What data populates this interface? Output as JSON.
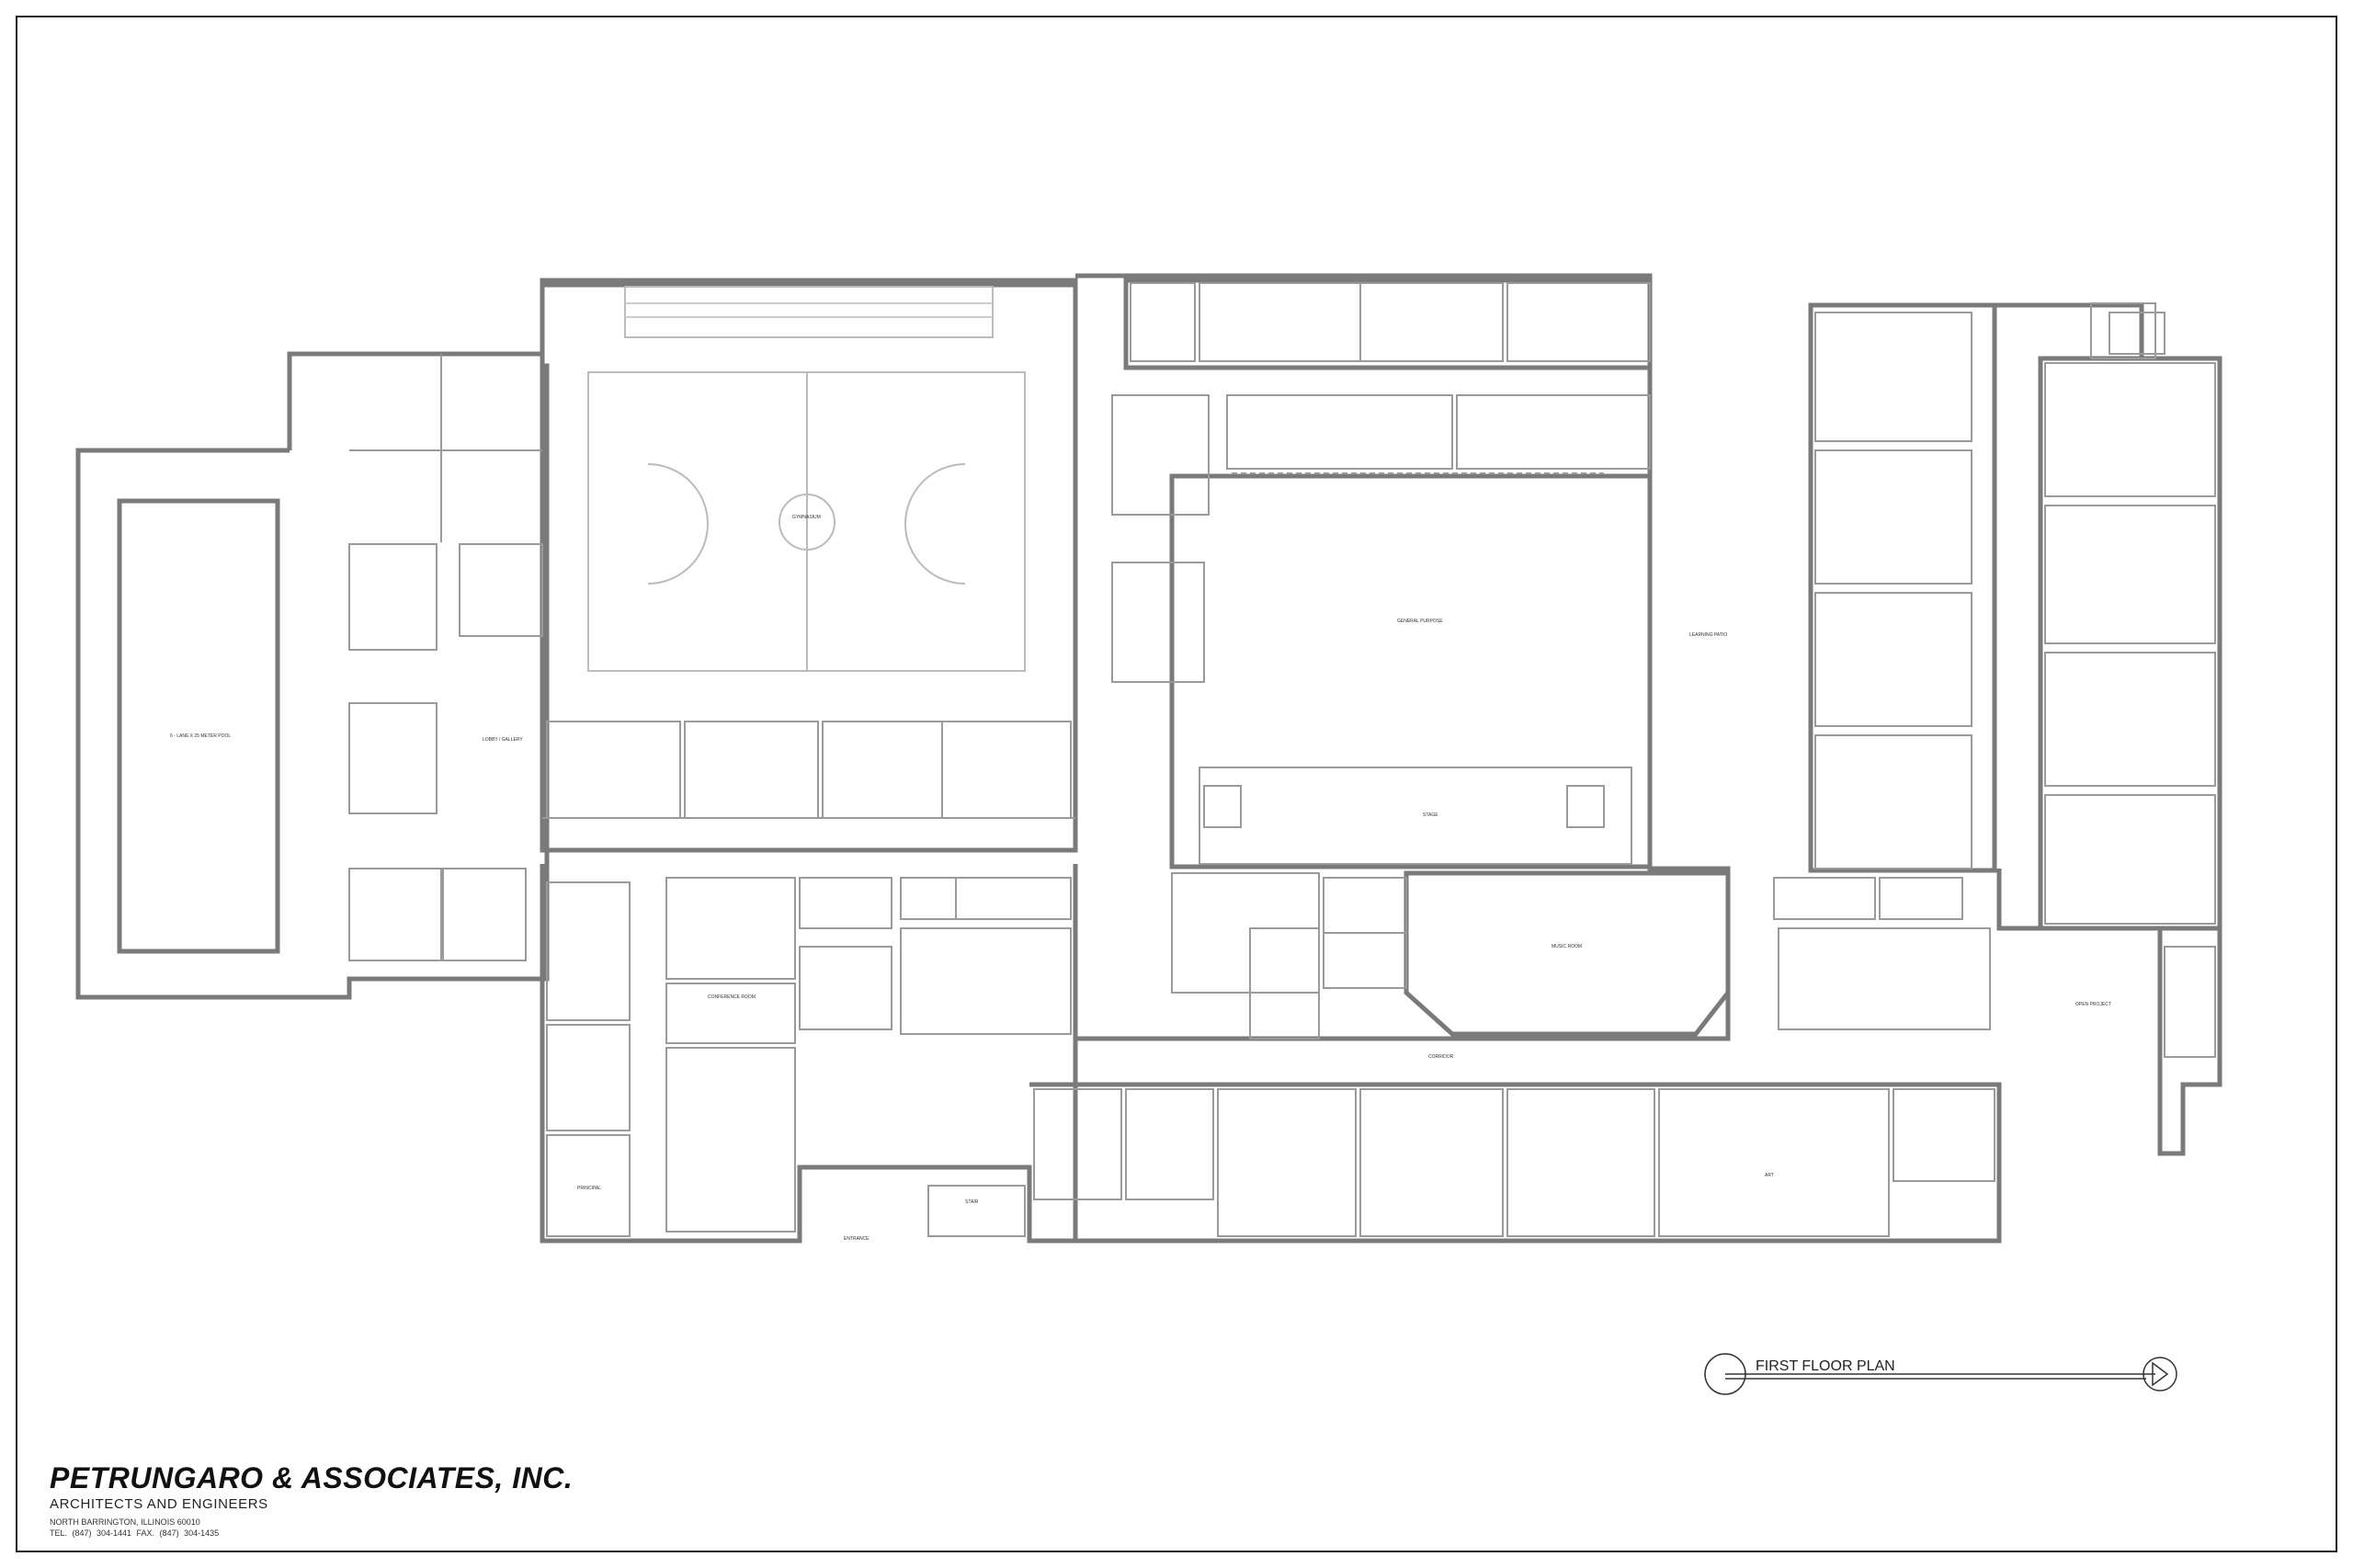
{
  "drawing": {
    "title": "FIRST FLOOR PLAN",
    "line_color": "#555555",
    "wall_color": "#8a8a8a",
    "paper_color": "#ffffff"
  },
  "firm": {
    "name": "PETRUNGARO & ASSOCIATES, INC.",
    "discipline": "ARCHITECTS AND ENGINEERS",
    "address": "NORTH BARRINGTON, ILLINOIS 60010",
    "contact": "TEL. (847) 304-1441   FAX. (847) 304-1435"
  },
  "plan_labels": {
    "pool": "6 - LANE X 25 METER POOL",
    "learning_patio": "LEARNING PATIO",
    "general_purpose": "GENERAL PURPOSE",
    "gymnasium": "GYMNASIUM",
    "lobby_gallery": "LOBBY / GALLERY",
    "music_room": "MUSIC ROOM",
    "open_project": "OPEN PROJECT",
    "stage": "STAGE",
    "art": "ART",
    "conference_room": "CONFERENCE ROOM",
    "principal": "PRINCIPAL",
    "corridor": "CORRIDOR",
    "stair": "STAIR",
    "entrance": "ENTRANCE"
  },
  "icons": {
    "north_arrow": "north-arrow-icon"
  }
}
